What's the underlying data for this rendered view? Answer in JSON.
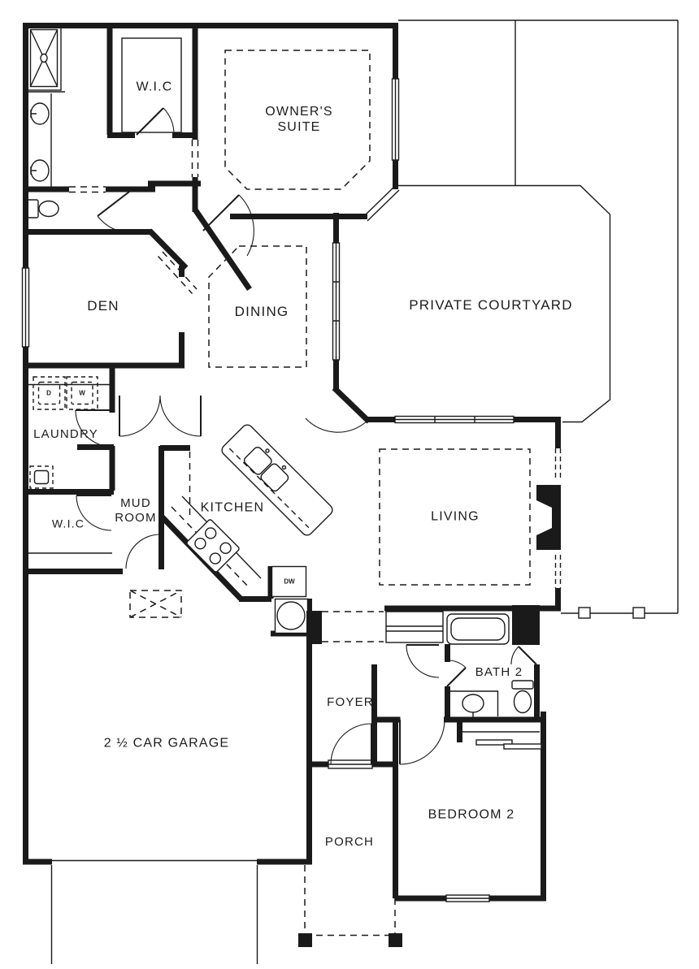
{
  "plan": {
    "type": "residential-floor-plan",
    "colors": {
      "line": "#1a1a1a",
      "background": "#ffffff"
    },
    "rooms": [
      {
        "id": "wic-1",
        "label": "W.I.C"
      },
      {
        "id": "owners-suite",
        "label": "OWNER'S\nSUITE"
      },
      {
        "id": "den",
        "label": "DEN"
      },
      {
        "id": "dining",
        "label": "DINING"
      },
      {
        "id": "private-courtyard",
        "label": "PRIVATE COURTYARD"
      },
      {
        "id": "laundry",
        "label": "LAUNDRY"
      },
      {
        "id": "mud-room",
        "label": "MUD\nROOM"
      },
      {
        "id": "wic-2",
        "label": "W.I.C"
      },
      {
        "id": "kitchen",
        "label": "KITCHEN"
      },
      {
        "id": "living",
        "label": "LIVING"
      },
      {
        "id": "garage",
        "label": "2 ½ CAR GARAGE"
      },
      {
        "id": "foyer",
        "label": "FOYER"
      },
      {
        "id": "bath-2",
        "label": "BATH 2"
      },
      {
        "id": "bedroom-2",
        "label": "BEDROOM 2"
      },
      {
        "id": "porch",
        "label": "PORCH"
      }
    ],
    "appliances": [
      {
        "id": "dryer",
        "label": "D"
      },
      {
        "id": "washer",
        "label": "W"
      },
      {
        "id": "dishwasher",
        "label": "DW"
      }
    ],
    "fixtures": [
      "shower",
      "vanity-sink",
      "vanity-sink",
      "toilet",
      "utility-sink",
      "kitchen-island",
      "island-sink",
      "cooktop",
      "refrigerator",
      "dishwasher",
      "bathtub",
      "toilet",
      "vanity-sink",
      "fireplace",
      "closet-shelves",
      "sliding-closet-doors",
      "porch-columns",
      "patio-posts",
      "garage-door",
      "driveway"
    ]
  }
}
